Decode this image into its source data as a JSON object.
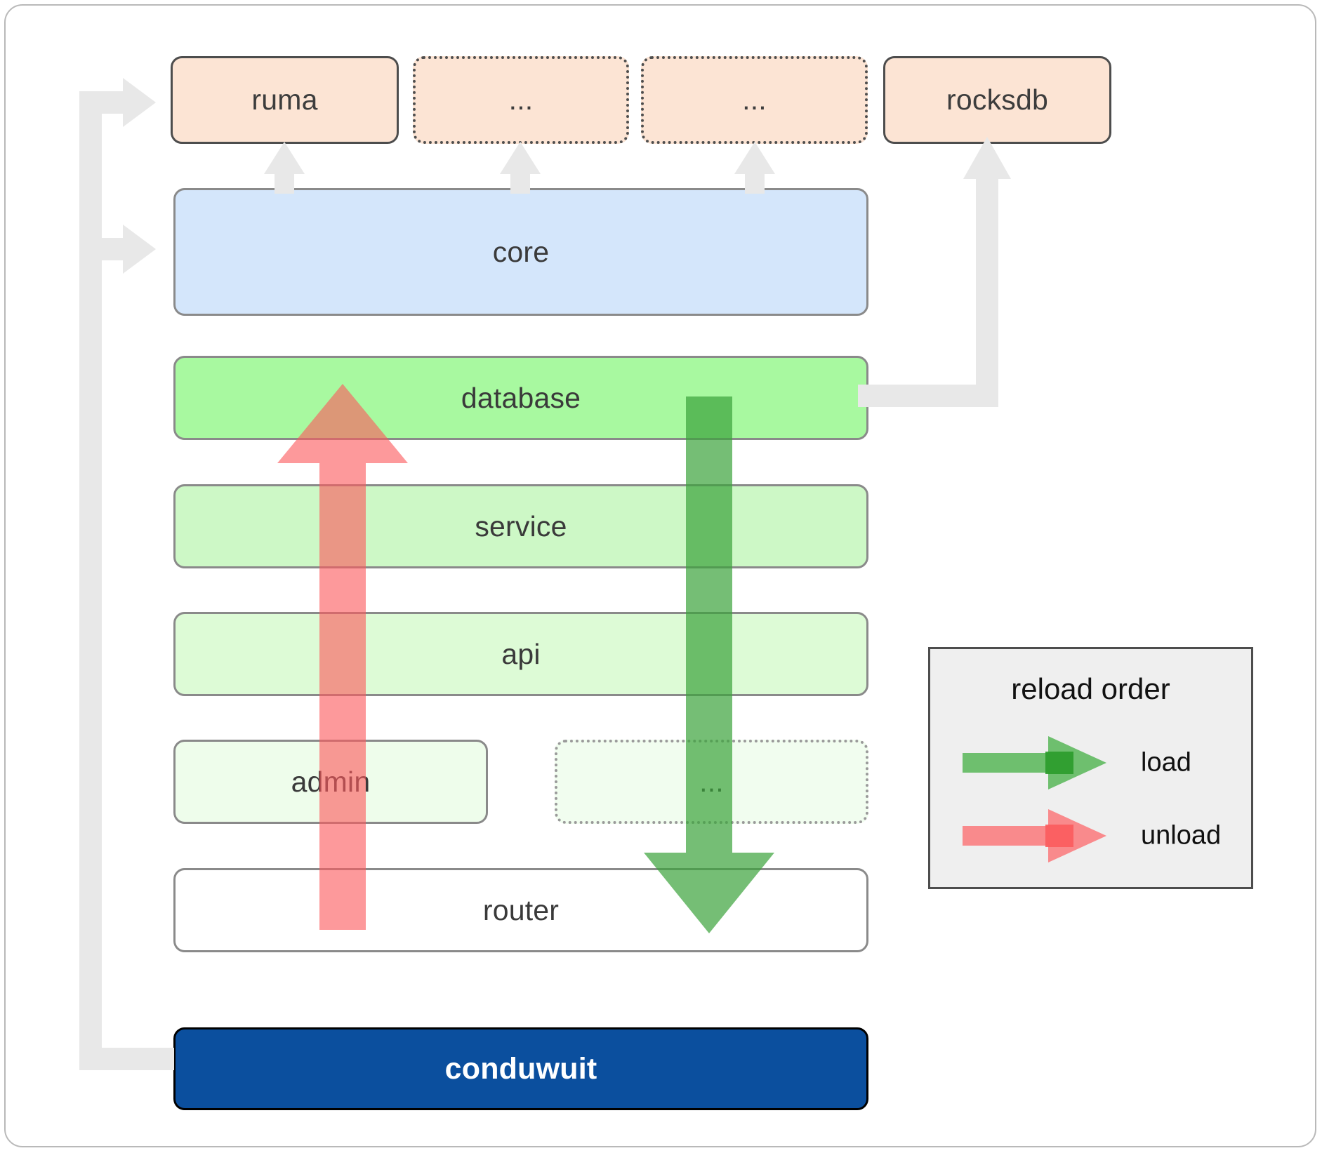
{
  "diagram": {
    "title": "conduwuit crate / reload order diagram",
    "nodes": {
      "ruma": "ruma",
      "ellipsis_1": "...",
      "ellipsis_2": "...",
      "rocksdb": "rocksdb",
      "core": "core",
      "database": "database",
      "service": "service",
      "api": "api",
      "admin": "admin",
      "ellipsis_3": "...",
      "router": "router",
      "conduwuit": "conduwuit"
    },
    "legend": {
      "title": "reload order",
      "items": [
        {
          "label": "load",
          "color": "#5cb85c",
          "direction": "right",
          "icon": "arrow-right-icon"
        },
        {
          "label": "unload",
          "color": "#fa8183",
          "direction": "right",
          "icon": "arrow-right-icon"
        }
      ]
    },
    "arrows": {
      "load": {
        "label": "load",
        "color": "#4caf50",
        "direction": "down"
      },
      "unload": {
        "label": "unload",
        "color": "#fa8183",
        "direction": "up"
      },
      "dependency_color": "#e8e8e8"
    },
    "colors": {
      "crate_fill": "#fce4d4",
      "core_fill": "#d4e6fb",
      "database_fill": "#a8f9a0",
      "service_fill": "#cdf8c6",
      "api_fill": "#ddfbd6",
      "admin_fill": "#eefdeb",
      "dots_fill": "#f1fdef",
      "router_fill": "#ffffff",
      "conduwuit_fill": "#0b4f9e",
      "legend_fill": "#efefef",
      "frame_border": "#b9b9b9"
    }
  }
}
